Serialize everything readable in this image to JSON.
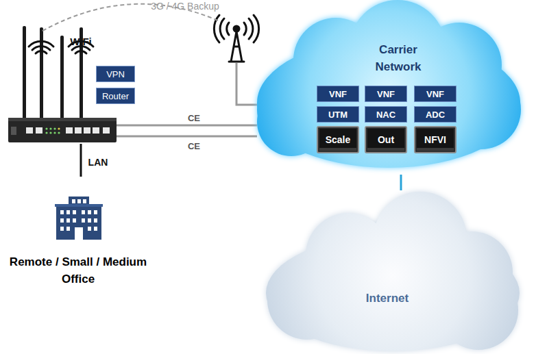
{
  "diagram": {
    "nodes": [
      {
        "text": [
          "WiFi"
        ]
      },
      {
        "text": [
          "VPN"
        ]
      },
      {
        "text": [
          "Router"
        ]
      },
      {
        "text": [
          "Carrier Network"
        ]
      },
      {
        "text": [
          "VNF"
        ],
        "in": 3
      },
      {
        "text": [
          "VNF"
        ],
        "in": 3
      },
      {
        "text": [
          "VNF"
        ],
        "in": 3
      },
      {
        "text": [
          "UTM"
        ],
        "in": 3
      },
      {
        "text": [
          "NAC"
        ],
        "in": 3
      },
      {
        "text": [
          "ADC"
        ],
        "in": 3
      },
      {
        "text": [
          "Scale"
        ],
        "in": 3
      },
      {
        "text": [
          "Out"
        ],
        "in": 3
      },
      {
        "text": [
          "NFVI"
        ],
        "in": 3
      },
      {
        "text": [
          "Remote / Small / Medium Office"
        ]
      },
      {
        "text": [
          "Internet"
        ]
      }
    ],
    "edges": [
      {
        "from": 0,
        "to": 3,
        "label": "3G / 4G Backup",
        "arrow": "none"
      },
      {
        "from": 0,
        "to": 3,
        "label": "CE",
        "arrow": "none"
      },
      {
        "from": 0,
        "to": 3,
        "label": "CE",
        "arrow": "none"
      },
      {
        "from": 0,
        "to": 13,
        "label": "LAN",
        "arrow": "none"
      },
      {
        "from": 3,
        "to": 14,
        "arrow": "none"
      }
    ]
  }
}
